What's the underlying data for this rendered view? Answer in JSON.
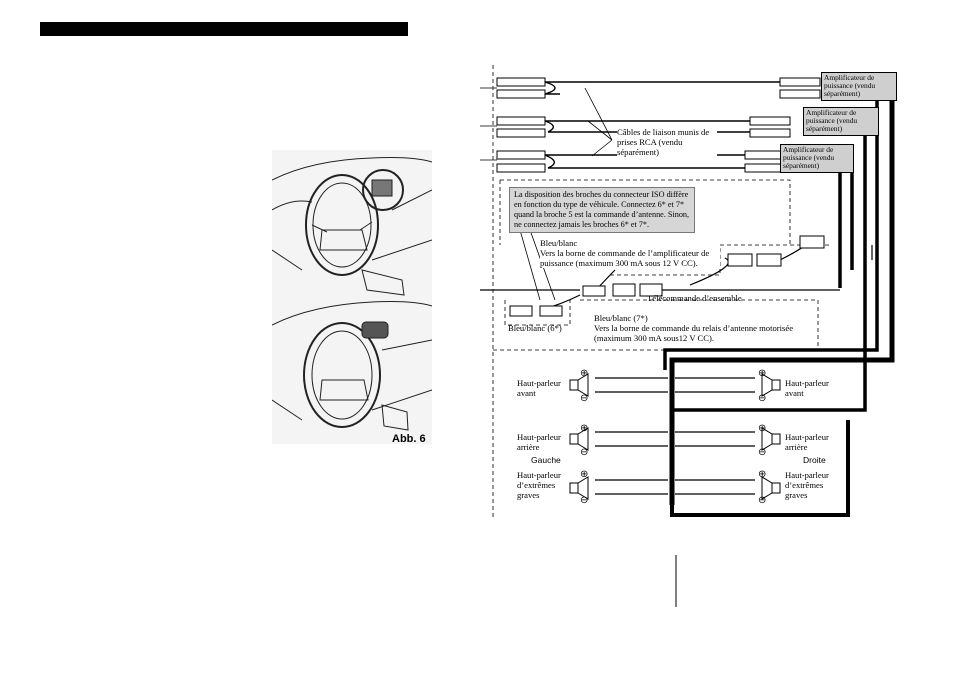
{
  "figure_label": "Abb. 6",
  "rca": {
    "cable_label": "Câbles de liaison munis de prises RCA (vendu séparément)",
    "amplifiers": [
      "Amplificateur de puissance (vendu séparément)",
      "Amplificateur de puissance (vendu séparément)",
      "Amplificateur de puissance (vendu séparément)"
    ]
  },
  "iso_note": "La disposition des broches du connecteur ISO diffère en fonction du type de véhicule. Connectez 6* et 7* quand la broche 5 est la commande d’antenne. Sinon, ne connectez jamais les broches 6* et 7*.",
  "wires": {
    "blue_white_amp": "Bleu/blanc\nVers la borne de commande de l’amplificateur de puissance (maximum 300 mA sous 12 V CC).",
    "remote": "Télécommande d’ensemble",
    "blue_white_7": "Bleu/blanc (7*)\nVers la borne de commande du relais d’antenne motorisée (maximum 300 mA sous12 V CC).",
    "blue_white_6": "Bleu/blanc (6*)"
  },
  "speakers": {
    "left_heading": "Gauche",
    "right_heading": "Droite",
    "front": "Haut-parleur avant",
    "rear": "Haut-parleur arrière",
    "sub": "Haut-parleur d’extrêmes graves",
    "plus": "⊕",
    "minus": "⊖"
  }
}
